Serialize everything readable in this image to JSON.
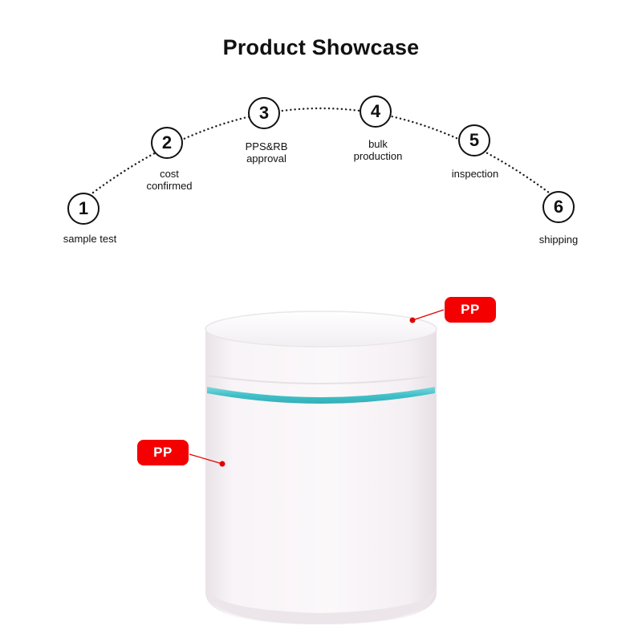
{
  "title": "Product Showcase",
  "steps": [
    {
      "number": "1",
      "label": "sample test"
    },
    {
      "number": "2",
      "label": "cost\nconfirmed"
    },
    {
      "number": "3",
      "label": "PPS&RB\napproval"
    },
    {
      "number": "4",
      "label": "bulk\nproduction"
    },
    {
      "number": "5",
      "label": "inspection"
    },
    {
      "number": "6",
      "label": "shipping"
    }
  ],
  "tags": {
    "lid": "PP",
    "body": "PP"
  },
  "colors": {
    "tag": "#f40000",
    "band": "#3fc1c9",
    "jar": "#f7f3f6"
  }
}
